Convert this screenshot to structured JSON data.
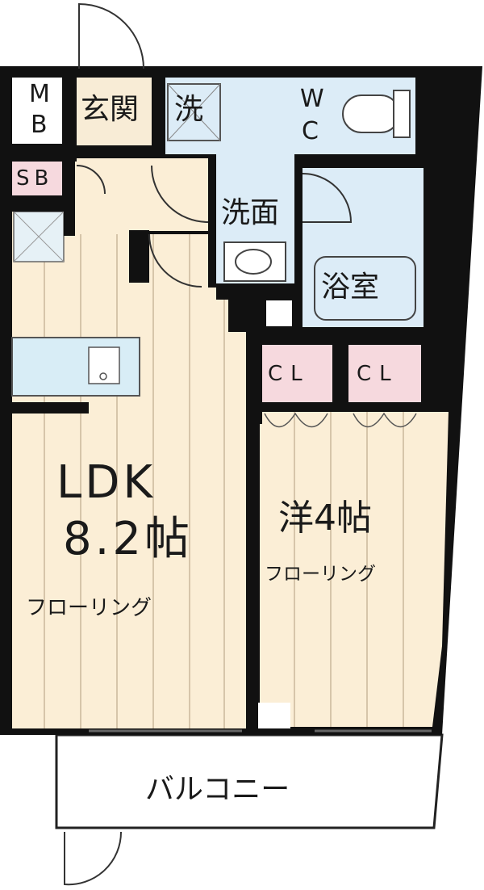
{
  "labels": {
    "mb_top": "M",
    "mb_bottom": "B",
    "entrance": "玄関",
    "washer": "洗",
    "wc_top": "W",
    "wc_bottom": "C",
    "sb": "SB",
    "washroom": "洗面",
    "bathroom": "浴室",
    "closet1": "CL",
    "closet2": "CL",
    "ldk_name": "LDK",
    "ldk_size": "8.2帖",
    "ldk_floor": "フローリング",
    "western_room": "洋4帖",
    "western_floor": "フローリング",
    "balcony": "バルコニー"
  },
  "colors": {
    "wall": "#111111",
    "floor": "#fbeed6",
    "floor_line": "#c9b79c",
    "wet_area": "#dcecf7",
    "entrance_tile": "#f8ecd6",
    "closet": "#f6d9de",
    "kitchen": "#d8edf6"
  }
}
